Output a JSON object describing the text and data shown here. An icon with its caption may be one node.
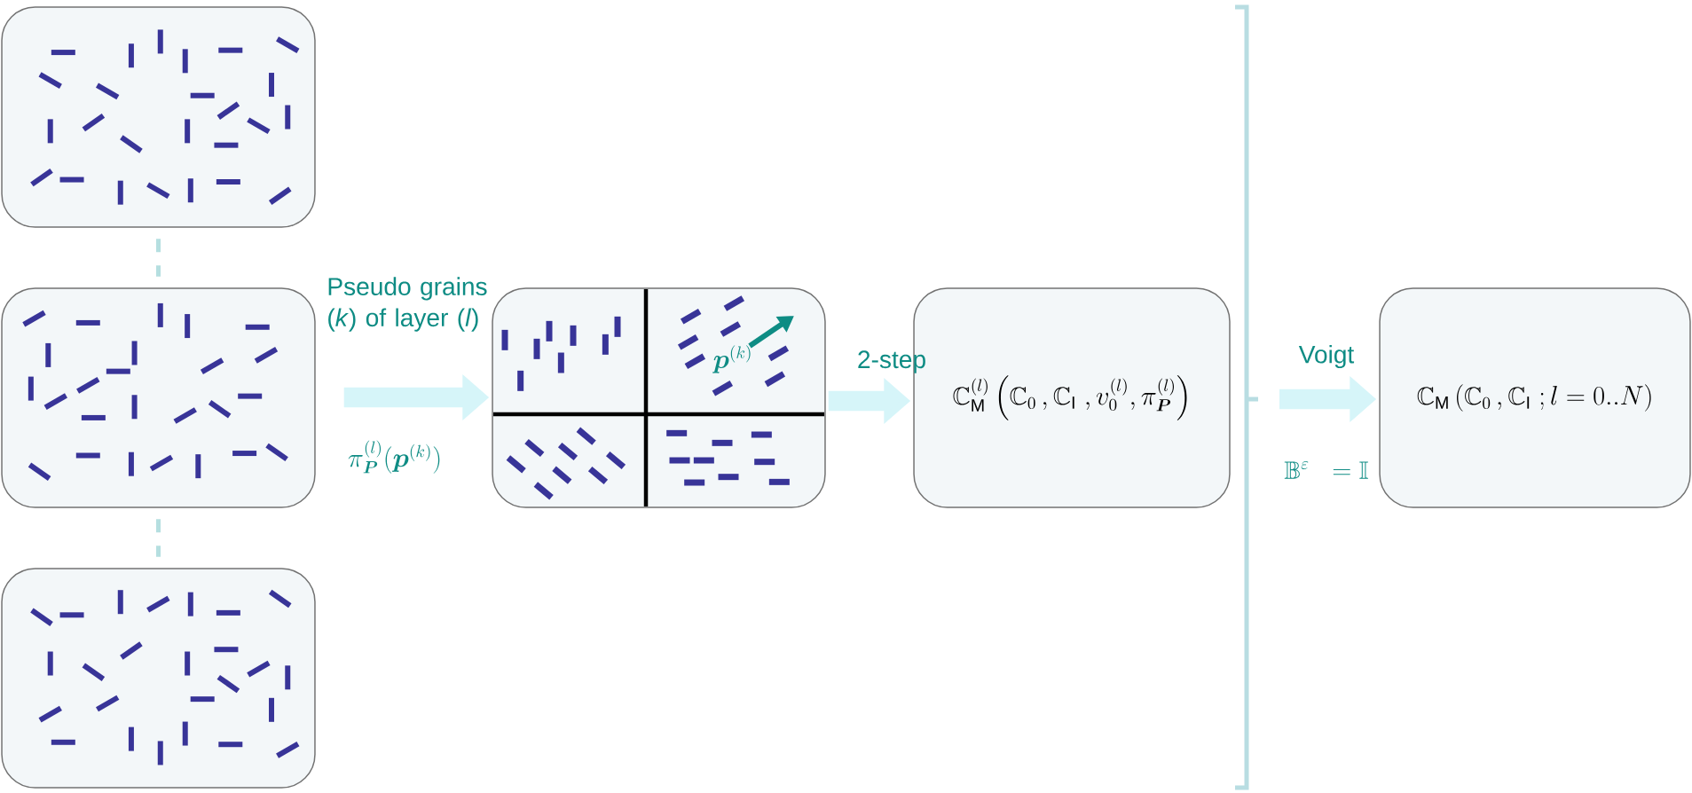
{
  "diagram": {
    "nodes": [
      {
        "text": [],
        "shape": "box"
      },
      {
        "text": [],
        "shape": "box"
      },
      {
        "text": [],
        "shape": "box"
      },
      {
        "text": [],
        "shape": "box"
      },
      {
        "text": [
          "\\mathbb{C}_{\\mathrm{M}}^{(l)}\\left(\\mathbb{C}_0\\,,\\mathbb{C}_{\\mathrm{I}}\\;,v_0^{(l)},\\pi_{\\boldsymbol{P}}^{(l)}\\right)"
        ]
      },
      {
        "text": [
          "\\mathbb{C}_{\\mathrm{M}}\\left(\\mathbb{C}_0\\,,\\mathbb{C}_{\\mathrm{I}}\\;;l=0..N\\right)"
        ]
      }
    ],
    "edges": [
      {
        "from": 0,
        "to": 1,
        "arrow": "none",
        "style": "dashed",
        "color": "#b5dfe0"
      },
      {
        "from": 1,
        "to": 2,
        "arrow": "none",
        "style": "dashed",
        "color": "#b5dfe0"
      },
      {
        "from": 1,
        "to": 3,
        "arrow": "to",
        "label": "Pseudo grains (*k*) of layer (*l*)"
      },
      {
        "from": 3,
        "to": 4,
        "arrow": "to",
        "label": "2-step"
      },
      {
        "from": null,
        "to": 5,
        "arrow": "to",
        "label": "Voigt"
      }
    ],
    "labels": [
      "\\pi_{\\boldsymbol{P}}^{(l)}(\\boldsymbol{p}^{(k)})",
      "\\boldsymbol{p}^{(k)}",
      "\\mathbb{B}^{\\varepsilon}\\;\\;=\\mathbb{I}"
    ]
  }
}
